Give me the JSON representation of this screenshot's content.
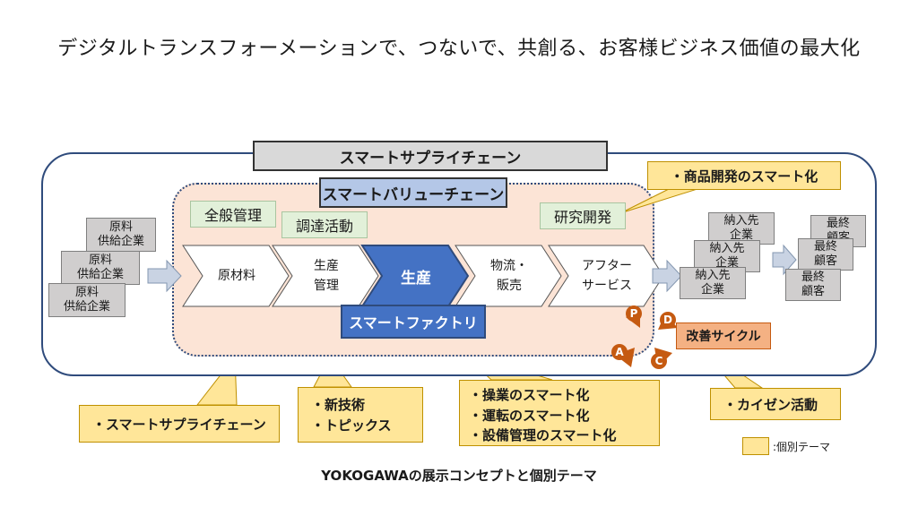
{
  "title": "デジタルトランスフォーメーションで、つないで、共創る、お客様ビジネス価値の最大化",
  "banners": {
    "supply_chain": "スマートサプライチェーン",
    "value_chain": "スマートバリューチェーン",
    "factory": "スマートファクトリ"
  },
  "functions": {
    "general_mgmt": "全般管理",
    "procurement": "調達活動",
    "rnd": "研究開発"
  },
  "suppliers": [
    {
      "line1": "原料",
      "line2": "供給企業"
    },
    {
      "line1": "原料",
      "line2": "供給企業"
    },
    {
      "line1": "原料",
      "line2": "供給企業"
    }
  ],
  "process_steps": [
    {
      "line1": "原材料",
      "line2": ""
    },
    {
      "line1": "生産",
      "line2": "管理"
    },
    {
      "line1": "生産",
      "line2": ""
    },
    {
      "line1": "物流・",
      "line2": "販売"
    },
    {
      "line1": "アフター",
      "line2": "サービス"
    }
  ],
  "delivery": [
    {
      "line1": "納入先",
      "line2": "企業"
    },
    {
      "line1": "納入先",
      "line2": "企業"
    },
    {
      "line1": "納入先",
      "line2": "企業"
    }
  ],
  "customers": [
    {
      "line1": "最終",
      "line2": "顧客"
    },
    {
      "line1": "最終",
      "line2": "顧客"
    },
    {
      "line1": "最終",
      "line2": "顧客"
    }
  ],
  "pdca": {
    "letters": [
      "P",
      "D",
      "C",
      "A"
    ],
    "label": "改善サイクル"
  },
  "themes": {
    "product_dev": "・商品開発のスマート化",
    "supply_chain": "・スマートサプライチェーン",
    "tech_line1": "・新技術",
    "tech_line2": "・トピックス",
    "ops_line1": "・操業のスマート化",
    "ops_line2": "・運転のスマート化",
    "ops_line3": "・設備管理のスマート化",
    "kaizen": "・カイゼン活動"
  },
  "legend": {
    "label": ":個別テーマ"
  },
  "footer": "YOKOGAWAの展示コンセプトと個別テーマ",
  "colors": {
    "frame": "#2f4b7c",
    "value_chain_fill": "#fce4d6",
    "factory_blue": "#4472c4",
    "note_yellow": "#ffe699",
    "pdca_orange": "#c55a11"
  }
}
